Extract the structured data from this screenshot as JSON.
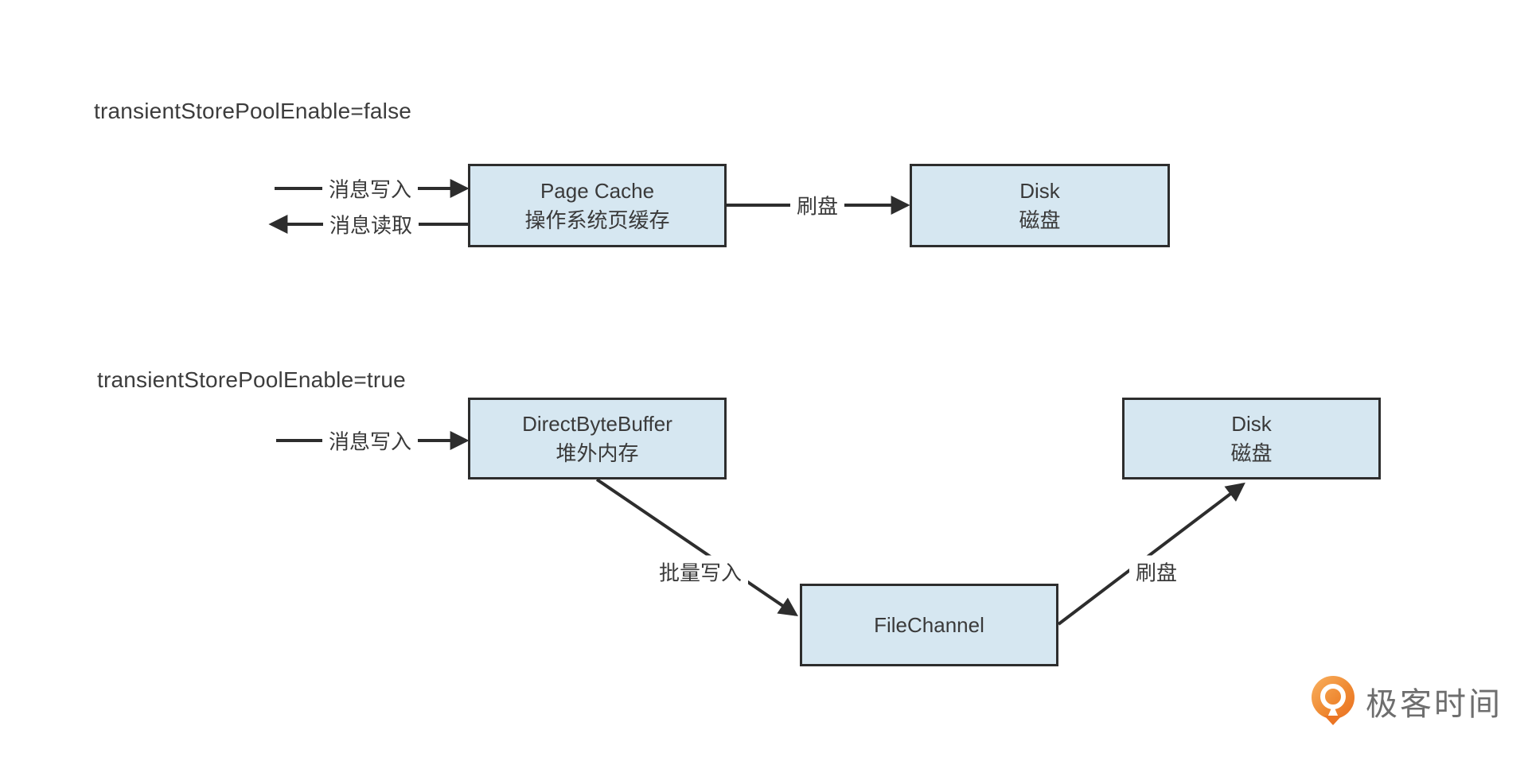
{
  "sections": [
    {
      "label": "transientStorePoolEnable=false",
      "nodes": [
        {
          "title": "Page Cache",
          "subtitle": "操作系统页缓存"
        },
        {
          "title": "Disk",
          "subtitle": "磁盘"
        }
      ],
      "edges": [
        {
          "label": "消息写入"
        },
        {
          "label": "消息读取"
        },
        {
          "label": "刷盘"
        }
      ]
    },
    {
      "label": "transientStorePoolEnable=true",
      "nodes": [
        {
          "title": "DirectByteBuffer",
          "subtitle": "堆外内存"
        },
        {
          "title": "FileChannel"
        },
        {
          "title": "Disk",
          "subtitle": "磁盘"
        }
      ],
      "edges": [
        {
          "label": "消息写入"
        },
        {
          "label": "批量写入"
        },
        {
          "label": "刷盘"
        }
      ]
    }
  ],
  "branding": {
    "logo_text": "极客时间"
  },
  "colors": {
    "background": "#ffffff",
    "node_fill": "#d6e7f1",
    "node_border": "#2d2d2d",
    "arrow": "#2d2d2d",
    "text": "#3a3a3a",
    "logo_orange": "#eb7524",
    "logo_text_gray": "#6e6e6e"
  }
}
